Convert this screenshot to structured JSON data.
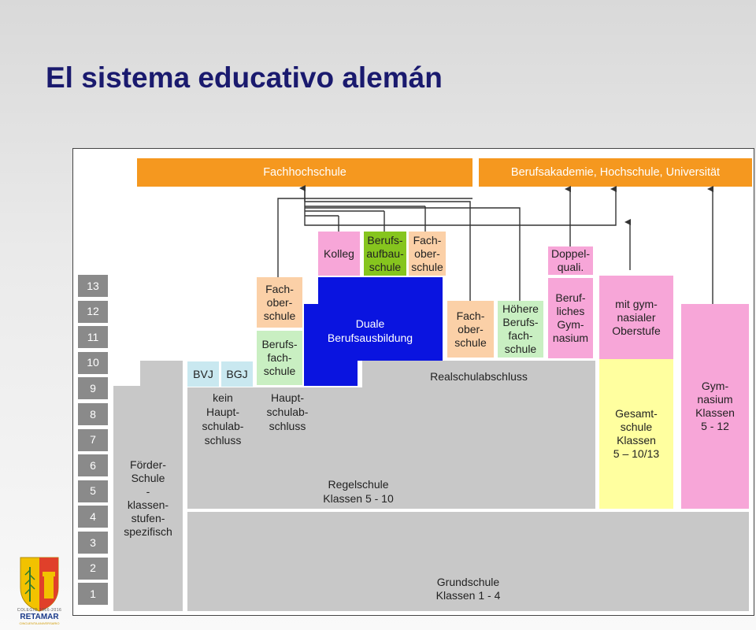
{
  "title": "El sistema educativo alemán",
  "grades": [
    "13",
    "12",
    "11",
    "10",
    "9",
    "8",
    "7",
    "6",
    "5",
    "4",
    "3",
    "2",
    "1"
  ],
  "top": {
    "fachhochschule": "Fachhochschule",
    "universitaet": "Berufsakademie, Hochschule, Universität"
  },
  "boxes": {
    "kolleg": "Kolleg",
    "berufsaufbauschule": "Berufs-\naufbau-\nschule",
    "fachoberschule_top": "Fach-\nober-\nschule",
    "doppelquali": "Doppel-\nquali.",
    "fachoberschule_left": "Fach-\nober-\nschule",
    "berufsfachschule": "Berufs-\nfach-\nschule",
    "duale": "Duale\nBerufsausbildung",
    "fachoberschule_mid": "Fach-\nober-\nschule",
    "hoehere_bfs": "Höhere\nBerufs-\nfach-\nschule",
    "berufliches_gym": "Beruf-\nliches\nGym-\nnasium",
    "gym_oberstufe": "mit gym-\nnasialer\nOberstufe",
    "bvj": "BVJ",
    "bgj": "BGJ",
    "realschulabschluss": "Realschulabschluss",
    "kein_hauptschulabschluss": "kein\nHaupt-\nschulab-\nschluss",
    "hauptschulabschluss": "Haupt-\nschulab-\nschluss",
    "foerderschule": "Förder-\nSchule\n-\nklassen-\nstufen-\nspezifisch",
    "regelschule": "Regelschule\nKlassen 5 - 10",
    "gesamtschule": "Gesamt-\nschule\nKlassen\n5 – 10/13",
    "gymnasium": "Gym-\nnasium\nKlassen\n5 - 12",
    "grundschule": "Grundschule\nKlassen 1 - 4"
  },
  "logo": {
    "line1": "COLEGIO 1966-2016",
    "name": "RETAMAR",
    "line3": "CINCUENTA ANIVERSARIO"
  },
  "colors": {
    "title": "#1a1a6e",
    "orange": "#f5981f",
    "blue": "#0a14e0",
    "pink": "#f7a6d8",
    "yellow": "#ffff9f",
    "peach": "#fbd0a7",
    "green": "#c9efc2",
    "lime": "#86c51e"
  }
}
